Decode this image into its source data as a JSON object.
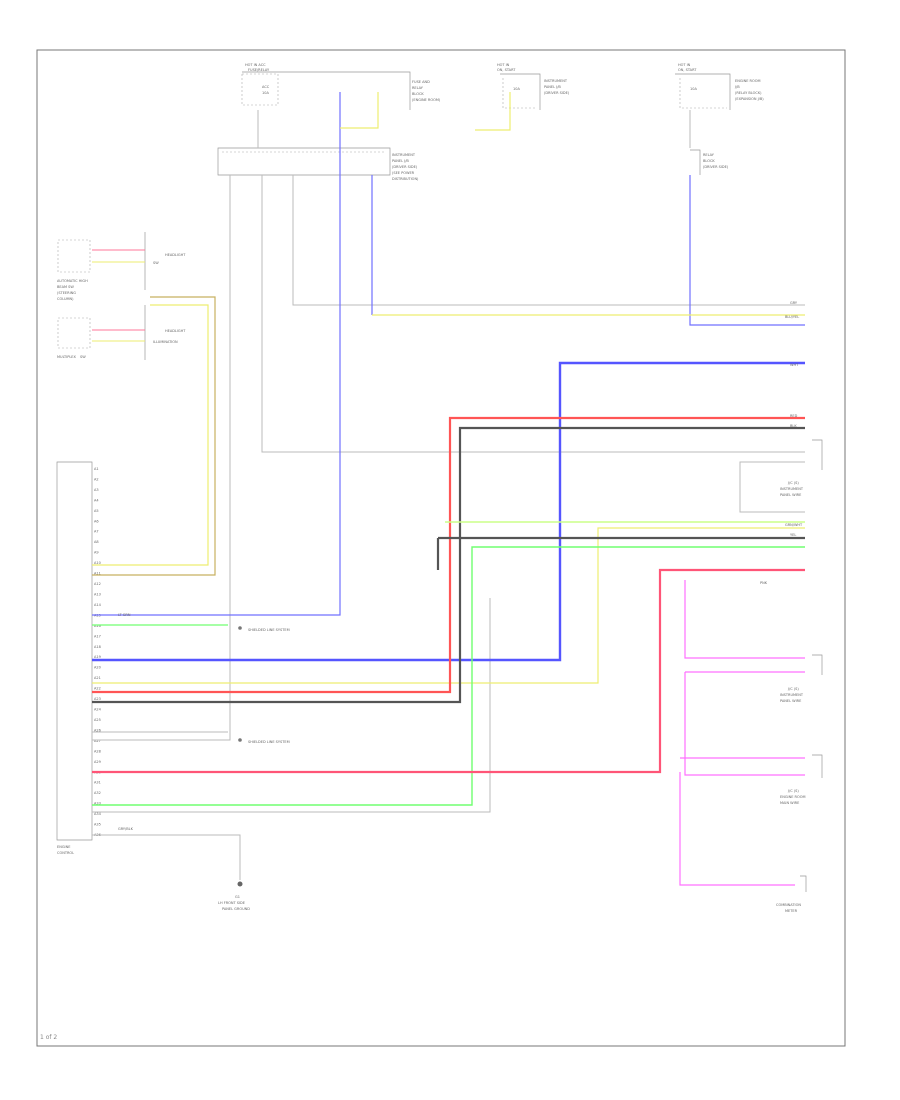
{
  "components": {
    "top_left_connector": {
      "lines": [
        "HOT IN ACC",
        "FUSE/RELAY",
        "ACC",
        "10A"
      ]
    },
    "top_left_desc": {
      "lines": [
        "FUSE AND",
        "RELAY",
        "BLOCK",
        "(ENGINE ROOM)"
      ]
    },
    "top_mid_connector": {
      "lines": [
        "HOT IN",
        "ON, START",
        "10A"
      ]
    },
    "top_mid_desc": {
      "lines": [
        "INSTRUMENT",
        "PANEL J/B",
        "(DRIVER SIDE)"
      ]
    },
    "top_right_connector": {
      "lines": [
        "HOT IN",
        "ON, START",
        "10A"
      ]
    },
    "top_right_desc": {
      "lines": [
        "ENGINE ROOM",
        "J/B",
        "(RELAY BLOCK)",
        "(EXPANSION J/B)"
      ]
    },
    "junction_block": {
      "lines": [
        "INSTRUMENT",
        "PANEL J/B",
        "(DRIVER SIDE)",
        "(SEE POWER",
        "DISTRIBUTION)"
      ]
    },
    "right_upper_block": {
      "lines": [
        "RELAY",
        "BLOCK",
        "(DRIVER SIDE)"
      ]
    },
    "left_switch_1": {
      "lines": [
        "AUTOMATIC HIGH",
        "BEAM SW",
        "(STEERING",
        "COLUMN)"
      ]
    },
    "left_switch_2": {
      "lines": [
        "MULTIPLEX",
        "SW"
      ]
    },
    "mid_left_labels": [
      "HEADLIGHT",
      "SW",
      "HEADLIGHT"
    ],
    "mid_switch_label": "ILLUMINATION",
    "ecm_box": {
      "name": "ENGINE",
      "sub": "CONTROL",
      "pins": [
        "A1",
        "A2",
        "A3",
        "A4",
        "A5",
        "A6",
        "A7",
        "A8",
        "A9",
        "A10",
        "A11",
        "A12",
        "A13",
        "A14",
        "A15",
        "A16",
        "A17",
        "A18",
        "A19",
        "A20",
        "A21",
        "A22",
        "A23",
        "A24",
        "A25",
        "A26",
        "A27",
        "A28",
        "A29",
        "A30",
        "A31",
        "A32",
        "A33",
        "A34",
        "A35",
        "A36"
      ]
    },
    "ground": {
      "lines": [
        "G1",
        "LH FRONT SIDE",
        "PANEL GROUND"
      ]
    },
    "right_connector_1": {
      "lines": [
        "J/C (S)",
        "INSTRUMENT",
        "PANEL WIRE"
      ]
    },
    "right_connector_2": {
      "lines": [
        "J/C (S)",
        "INSTRUMENT",
        "PANEL WIRE"
      ]
    },
    "right_connector_3": {
      "lines": [
        "J/C (S)",
        "ENGINE ROOM",
        "MAIN WIRE"
      ]
    },
    "right_connector_4": {
      "lines": [
        "COMBINATION",
        "METER"
      ]
    },
    "shielded_1": "SHIELDED LINE SYSTEM",
    "shielded_2": "SHIELDED LINE SYSTEM"
  },
  "wire_labels": {
    "w1": "GRY",
    "w2": "YEL",
    "w3": "BLU/YEL",
    "w4": "RED",
    "w5": "GRN/WHT",
    "w6": "PNK",
    "w7": "BLK",
    "w8": "WHT",
    "w9": "LT GRN",
    "w10": "GRY/BLK"
  },
  "page_number": "1 of 2",
  "colors": {
    "blue": "#7070ff",
    "yellow": "#ffff80",
    "red": "#ff5555",
    "dark": "#555555",
    "green": "#70ff70",
    "lightgreen": "#ccff88",
    "pink": "#ff70ff",
    "lightred": "#ff7799",
    "olive": "#c8b060"
  }
}
